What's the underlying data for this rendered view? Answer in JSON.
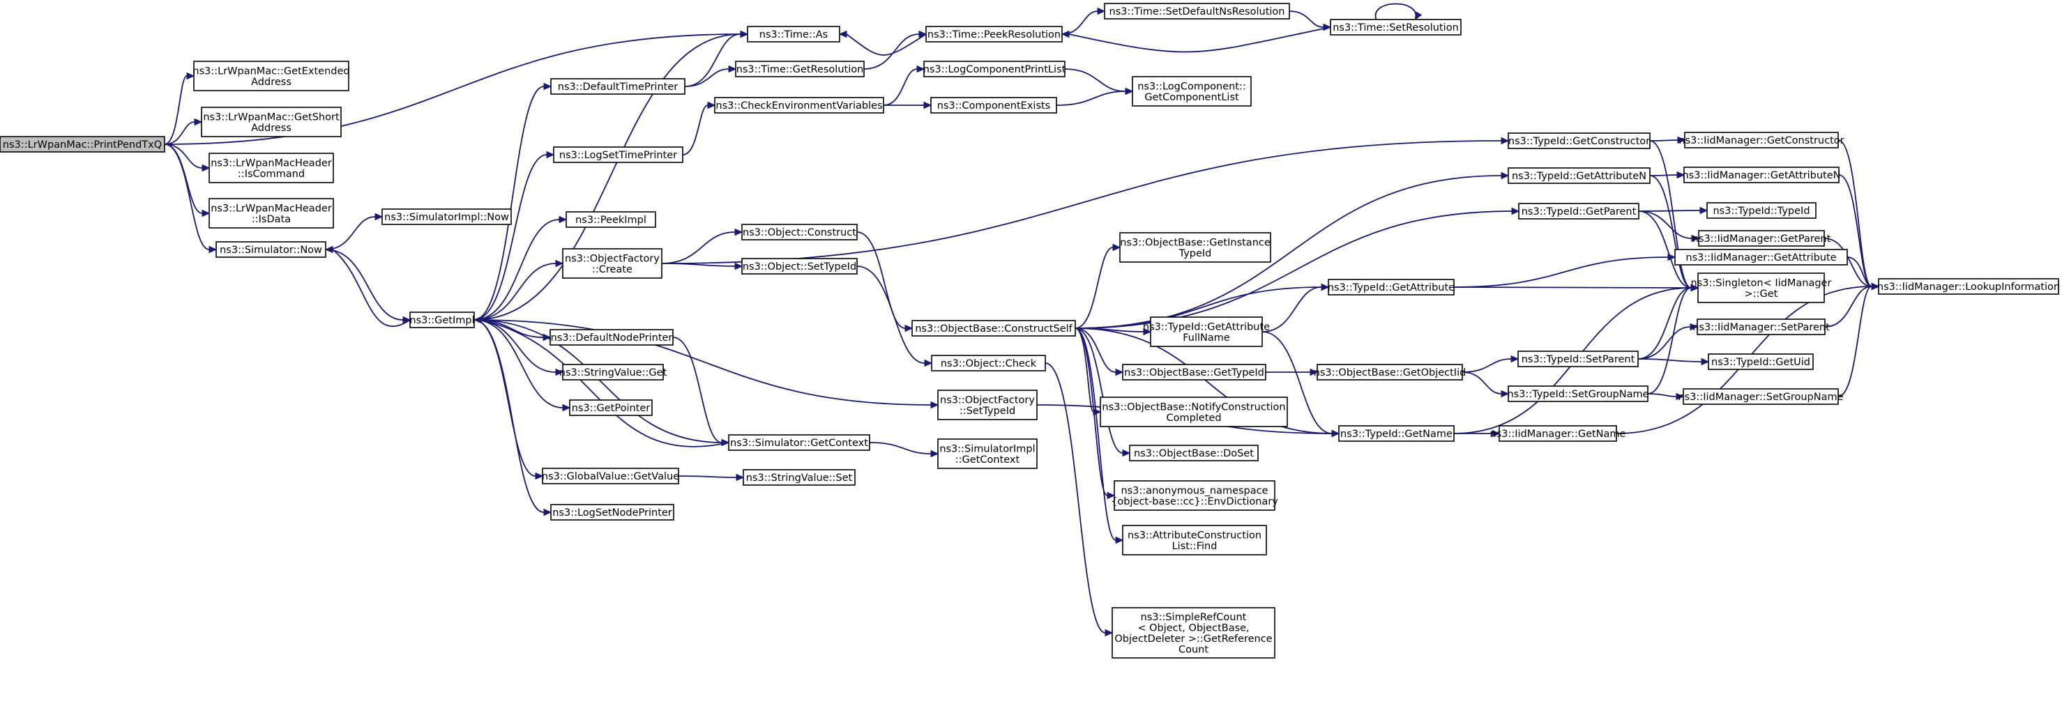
{
  "colors": {
    "edge": "#191970",
    "node_border": "#000000",
    "root_fill": "#bfbfbf",
    "node_fill": "#ffffff"
  },
  "nodes": {
    "root": [
      "ns3::LrWpanMac::PrintPendTxQ"
    ],
    "extaddr": [
      "ns3::LrWpanMac::GetExtended",
      "Address"
    ],
    "shortaddr": [
      "ns3::LrWpanMac::GetShort",
      "Address"
    ],
    "iscmd": [
      "ns3::LrWpanMacHeader",
      "::IsCommand"
    ],
    "isdata": [
      "ns3::LrWpanMacHeader",
      "::IsData"
    ],
    "simnow": [
      "ns3::Simulator::Now"
    ],
    "simimplnow": [
      "ns3::SimulatorImpl::Now"
    ],
    "getimpl": [
      "ns3::GetImpl"
    ],
    "defaulttime": [
      "ns3::DefaultTimePrinter"
    ],
    "logsettime": [
      "ns3::LogSetTimePrinter"
    ],
    "peekimpl": [
      "ns3::PeekImpl"
    ],
    "objfactcreate": [
      "ns3::ObjectFactory",
      "::Create"
    ],
    "defaultnode": [
      "ns3::DefaultNodePrinter"
    ],
    "strget": [
      "ns3::StringValue::Get"
    ],
    "getptr": [
      "ns3::GetPointer"
    ],
    "gvgetvalue": [
      "ns3::GlobalValue::GetValue"
    ],
    "logsetnode": [
      "ns3::LogSetNodePrinter"
    ],
    "timeas": [
      "ns3::Time::As"
    ],
    "timegetres": [
      "ns3::Time::GetResolution"
    ],
    "checkenv": [
      "ns3::CheckEnvironmentVariables"
    ],
    "objconstruct": [
      "ns3::Object::Construct"
    ],
    "objsettypeid": [
      "ns3::Object::SetTypeId"
    ],
    "simgetctx": [
      "ns3::Simulator::GetContext"
    ],
    "strset": [
      "ns3::StringValue::Set"
    ],
    "timepeekres": [
      "ns3::Time::PeekResolution"
    ],
    "logcompprint": [
      "ns3::LogComponentPrintList"
    ],
    "compexists": [
      "ns3::ComponentExists"
    ],
    "objbaseconstruct": [
      "ns3::ObjectBase::ConstructSelf"
    ],
    "objcheck": [
      "ns3::Object::Check"
    ],
    "objfactsettid": [
      "ns3::ObjectFactory",
      "::SetTypeId"
    ],
    "simimplgetctx": [
      "ns3::SimulatorImpl",
      "::GetContext"
    ],
    "timesetdefns": [
      "ns3::Time::SetDefaultNsResolution"
    ],
    "timesetres": [
      "ns3::Time::SetResolution"
    ],
    "logcompgetlist": [
      "ns3::LogComponent::",
      "GetComponentList"
    ],
    "objbasegetinst": [
      "ns3::ObjectBase::GetInstance",
      "TypeId"
    ],
    "objbasegettid": [
      "ns3::ObjectBase::GetTypeId"
    ],
    "objbasenotify": [
      "ns3::ObjectBase::NotifyConstruction",
      "Completed"
    ],
    "objbasedoset": [
      "ns3::ObjectBase::DoSet"
    ],
    "anonenv": [
      "ns3::anonymous_namespace",
      "{object-base::cc}::EnvDictionary"
    ],
    "attrconstrfind": [
      "ns3::AttributeConstruction",
      "List::Find"
    ],
    "simplerefcount": [
      "ns3::SimpleRefCount",
      "< Object, ObjectBase,",
      "ObjectDeleter >::GetReference",
      "Count"
    ],
    "tidgetconstructor": [
      "ns3::TypeId::GetConstructor"
    ],
    "tidgetattrn": [
      "ns3::TypeId::GetAttributeN"
    ],
    "tidgetparent": [
      "ns3::TypeId::GetParent"
    ],
    "tidgetattr": [
      "ns3::TypeId::GetAttribute"
    ],
    "tidgetattrfull": [
      "ns3::TypeId::GetAttribute",
      "FullName"
    ],
    "objbasegetobjtid": [
      "ns3::ObjectBase::GetObjectIid"
    ],
    "tidgetname": [
      "ns3::TypeId::GetName"
    ],
    "tidsetparent": [
      "ns3::TypeId::SetParent"
    ],
    "tidsetgroup": [
      "ns3::TypeId::SetGroupName"
    ],
    "iidgetconstructor": [
      "ns3::IidManager::GetConstructor"
    ],
    "iidgetattrn": [
      "ns3::IidManager::GetAttributeN"
    ],
    "tidtypeid": [
      "ns3::TypeId::TypeId"
    ],
    "iidgetparent": [
      "ns3::IidManager::GetParent"
    ],
    "iidgetattr": [
      "ns3::IidManager::GetAttribute"
    ],
    "singletonget": [
      "ns3::Singleton< IidManager",
      ">::Get"
    ],
    "iidsetparent": [
      "ns3::IidManager::SetParent"
    ],
    "tidgetuid": [
      "ns3::TypeId::GetUid"
    ],
    "iidsetgroup": [
      "ns3::IidManager::SetGroupName"
    ],
    "iidgetname": [
      "ns3::IidManager::GetName"
    ],
    "iidlookup": [
      "ns3::IidManager::LookupInformation"
    ]
  }
}
